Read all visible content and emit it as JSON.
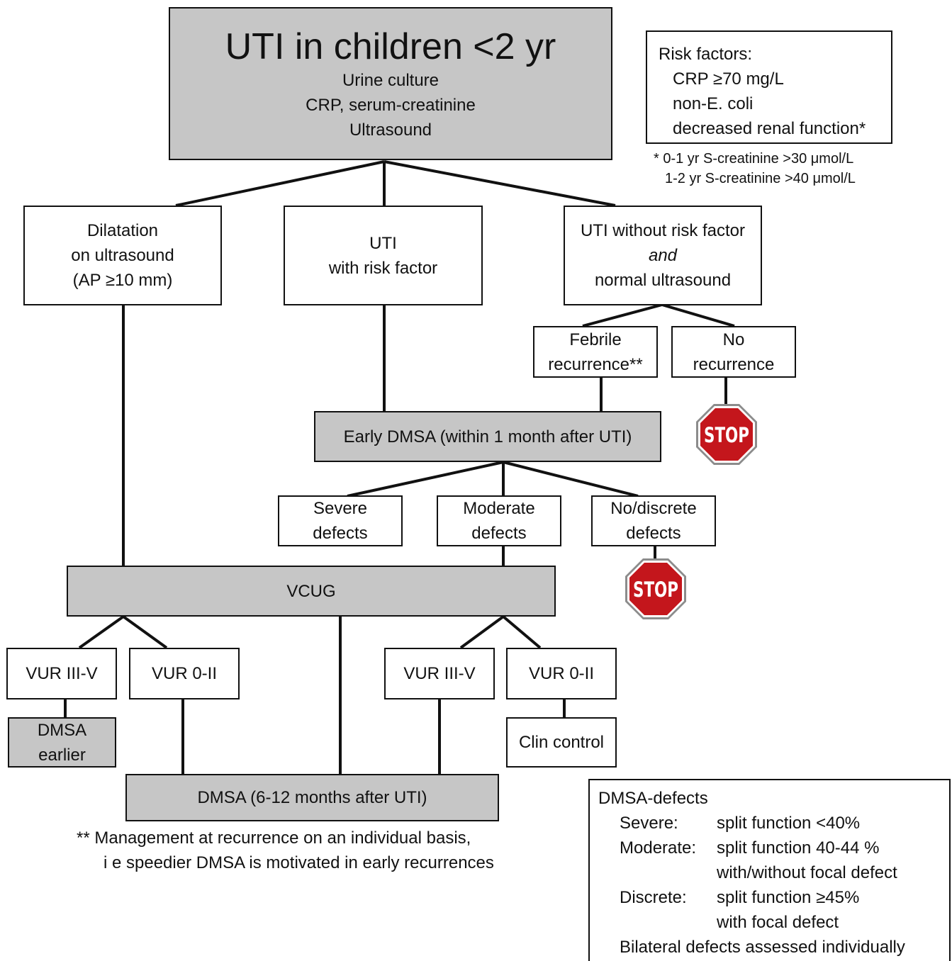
{
  "root": {
    "title": "UTI in children <2 yr",
    "lines": [
      "Urine culture",
      "CRP, serum-creatinine",
      "Ultrasound"
    ]
  },
  "risk_factors": {
    "header": "Risk factors:",
    "items": [
      "CRP ≥70 mg/L",
      "non-E. coli",
      "decreased renal function*"
    ],
    "note": [
      "* 0-1 yr S-creatinine >30 μmol/L",
      "1-2 yr S-creatinine >40 μmol/L"
    ]
  },
  "branches": {
    "dilatation": [
      "Dilatation",
      "on ultrasound",
      "(AP ≥10 mm)"
    ],
    "uti_risk": [
      "UTI",
      "with risk factor"
    ],
    "uti_no_risk": [
      "UTI without risk factor",
      "and",
      "normal ultrasound"
    ]
  },
  "febrile": [
    "Febrile",
    "recurrence**"
  ],
  "no_recurrence": [
    "No",
    "recurrence"
  ],
  "early_dmsa": "Early DMSA (within 1 month after UTI)",
  "defects": {
    "severe": [
      "Severe",
      "defects"
    ],
    "moderate": [
      "Moderate",
      "defects"
    ],
    "none": [
      "No/discrete",
      "defects"
    ]
  },
  "stop_label": "STOP",
  "vcug": "VCUG",
  "vur_left_high": "VUR III-V",
  "vur_left_low": "VUR 0-II",
  "vur_right_high": "VUR III-V",
  "vur_right_low": "VUR 0-II",
  "dmsa_earlier": [
    "DMSA",
    "earlier"
  ],
  "clin_control": "Clin control",
  "dmsa_late": "DMSA (6-12 months after UTI)",
  "footnote": [
    "** Management at recurrence on an individual basis,",
    "i e speedier DMSA is motivated in early recurrences"
  ],
  "legend": {
    "title": "DMSA-defects",
    "rows": [
      {
        "k": "Severe:",
        "v": "split function <40%"
      },
      {
        "k": "Moderate:",
        "v": "split function 40-44 %"
      },
      {
        "k": "",
        "v": "with/without focal defect"
      },
      {
        "k": "Discrete:",
        "v": "split function ≥45%"
      },
      {
        "k": "",
        "v": "with focal defect"
      }
    ],
    "last": "Bilateral defects assessed individually"
  },
  "colors": {
    "grey_box": "#c6c6c6",
    "stop_red": "#c4161c",
    "line": "#111111"
  }
}
